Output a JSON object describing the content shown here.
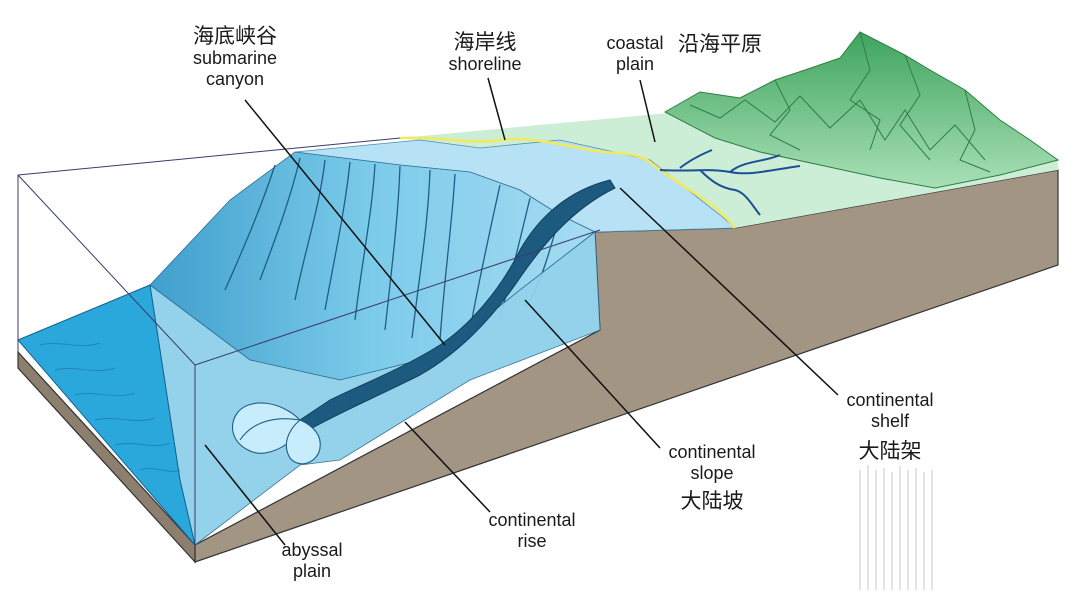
{
  "labels": {
    "submarine_canyon": {
      "cn": "海底峡谷",
      "en_line1": "submarine",
      "en_line2": "canyon"
    },
    "shoreline": {
      "cn": "海岸线",
      "en": "shoreline"
    },
    "coastal_plain": {
      "en_line1": "coastal",
      "en_line2": "plain",
      "cn": "沿海平原"
    },
    "continental_shelf": {
      "en_line1": "continental",
      "en_line2": "shelf",
      "cn": "大陆架"
    },
    "continental_slope": {
      "en_line1": "continental",
      "en_line2": "slope",
      "cn": "大陆坡"
    },
    "continental_rise": {
      "en_line1": "continental",
      "en_line2": "rise"
    },
    "abyssal_plain": {
      "en_line1": "abyssal",
      "en_line2": "plain"
    }
  },
  "colors": {
    "deep_ocean": "#2aa8dc",
    "slope_water": "#7ccbea",
    "shelf_water": "#b7e2f5",
    "coastal_plain": "#cdeed6",
    "mountains": "#5fbf7a",
    "earth_side": "#a39584",
    "earth_front": "#8d7f6e",
    "shoreline": "#f2ea5a",
    "river": "#1c4f96"
  }
}
